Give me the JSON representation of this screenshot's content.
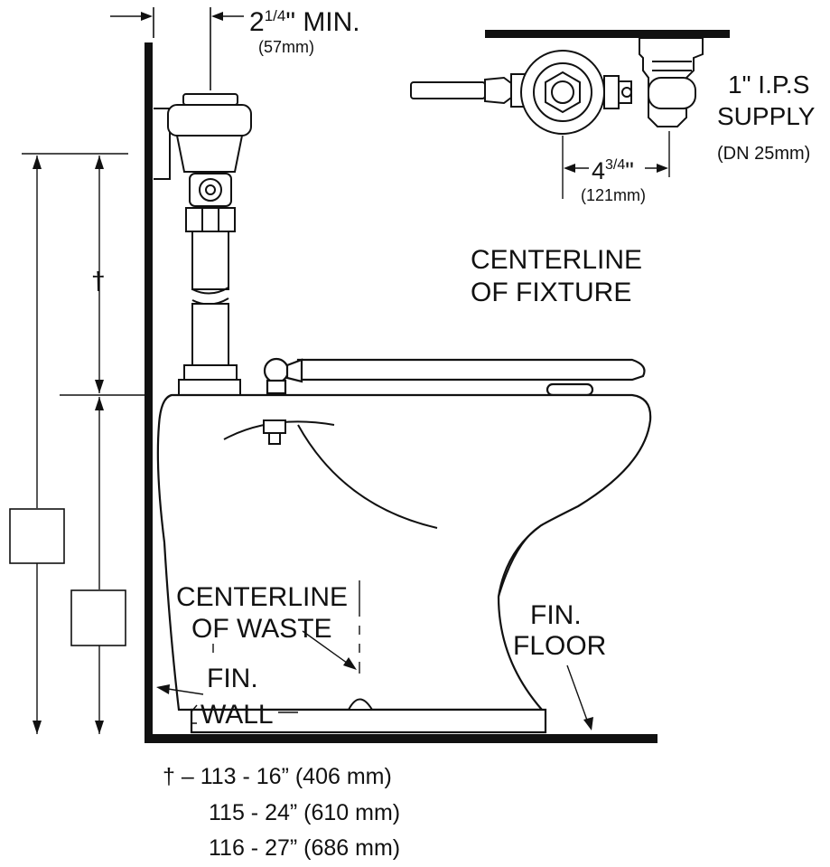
{
  "labels": {
    "min_clearance_whole": "2",
    "min_clearance_frac": "1/4",
    "min_clearance_rest": "\" MIN.",
    "min_clearance_metric": "(57mm)",
    "supply_line1": "1\"  I.P.S",
    "supply_line2": "SUPPLY",
    "supply_metric": "(DN  25mm)",
    "offset_whole": "4",
    "offset_frac": "3/4",
    "offset_rest": "\"",
    "offset_metric": "(121mm)",
    "fixture_centerline_line1": "CENTERLINE",
    "fixture_centerline_line2": "OF  FIXTURE",
    "dagger": "†",
    "waste_centerline_line1": "CENTERLINE",
    "waste_centerline_line2": "OF  WASTE",
    "fin_wall_line1": "FIN.",
    "fin_wall_line2": "WALL",
    "fin_floor_line1": "FIN.",
    "fin_floor_line2": "FLOOR"
  },
  "dimension_legend": [
    "† – 113 - 16” (406 mm)",
    "115 - 24” (610 mm)",
    "116 - 27” (686 mm)"
  ],
  "colors": {
    "ink": "#111111",
    "paper": "#ffffff"
  }
}
